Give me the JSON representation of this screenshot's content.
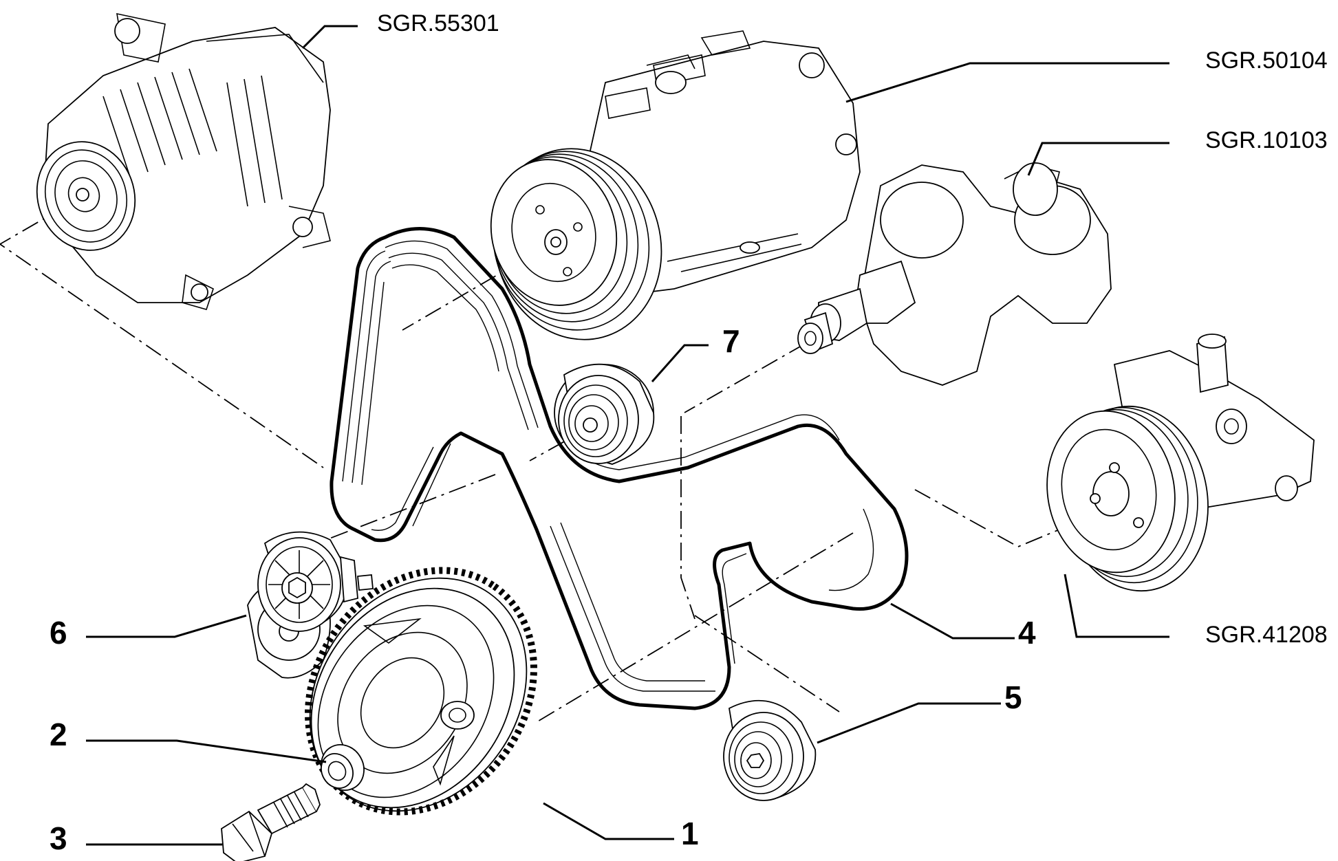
{
  "callouts": {
    "sgr_55301": "SGR.55301",
    "sgr_50104": "SGR.50104",
    "sgr_10103": "SGR.10103",
    "sgr_41208": "SGR.41208",
    "n1": "1",
    "n2": "2",
    "n3": "3",
    "n4": "4",
    "n5": "5",
    "n6": "6",
    "n7": "7"
  },
  "components": [
    {
      "id": "alternator",
      "ref": "SGR.55301",
      "icon": "alternator-icon"
    },
    {
      "id": "ac-compressor",
      "ref": "SGR.50104",
      "icon": "compressor-icon"
    },
    {
      "id": "crankshaft",
      "ref": "SGR.10103",
      "icon": "crankshaft-icon"
    },
    {
      "id": "power-steering-pump",
      "ref": "SGR.41208",
      "icon": "pump-icon"
    },
    {
      "id": "crankshaft-pulley",
      "ref": "1",
      "icon": "pulley-icon"
    },
    {
      "id": "washer",
      "ref": "2",
      "icon": "washer-icon"
    },
    {
      "id": "bolt",
      "ref": "3",
      "icon": "bolt-icon"
    },
    {
      "id": "poly-v-belt",
      "ref": "4",
      "icon": "belt-icon"
    },
    {
      "id": "idler-pulley-lower",
      "ref": "5",
      "icon": "idler-pulley-icon"
    },
    {
      "id": "belt-tensioner",
      "ref": "6",
      "icon": "tensioner-icon"
    },
    {
      "id": "idler-pulley-upper",
      "ref": "7",
      "icon": "idler-pulley-icon"
    }
  ]
}
